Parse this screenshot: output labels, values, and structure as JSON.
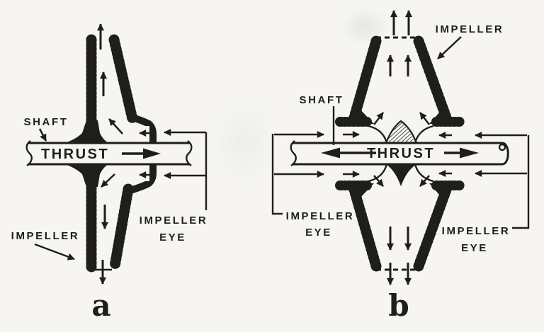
{
  "colors": {
    "ink": "#1f1e1c",
    "paper": "#f6f5f1"
  },
  "panel_a": {
    "caption": "a",
    "shaft_label": "SHAFT",
    "thrust_label": "THRUST",
    "impeller_label": "IMPELLER",
    "impeller_eye_line1": "IMPELLER",
    "impeller_eye_line2": "EYE"
  },
  "panel_b": {
    "caption": "b",
    "shaft_label": "SHAFT",
    "thrust_label": "THRUST",
    "impeller_label": "IMPELLER",
    "impeller_eye_left_line1": "IMPELLER",
    "impeller_eye_left_line2": "EYE",
    "impeller_eye_right_line1": "IMPELLER",
    "impeller_eye_right_line2": "EYE"
  }
}
